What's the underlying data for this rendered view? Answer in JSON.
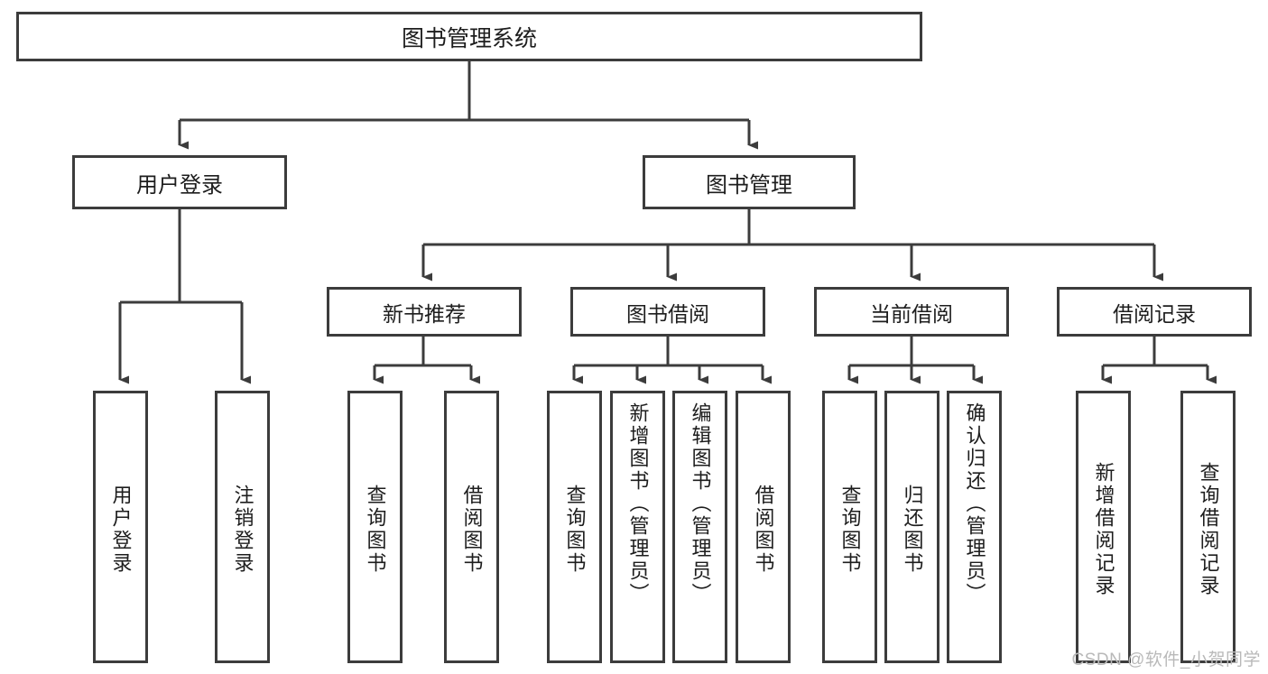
{
  "diagram": {
    "type": "tree",
    "title_box": "图书管理系统",
    "watermark": "CSDN @软件_小贺同学",
    "colors": {
      "line": "#3c3c3c",
      "box_border": "#3c3c3c",
      "box_fill": "#ffffff",
      "text": "#1d1d1d",
      "background": "#ffffff",
      "watermark": "#b9b9b9"
    },
    "root": {
      "label": "图书管理系统"
    },
    "level2": [
      {
        "label": "用户登录"
      },
      {
        "label": "图书管理"
      }
    ],
    "level3": [
      {
        "label": "新书推荐"
      },
      {
        "label": "图书借阅"
      },
      {
        "label": "当前借阅"
      },
      {
        "label": "借阅记录"
      }
    ],
    "leaves": {
      "user_login": [
        {
          "label": "用户登录"
        },
        {
          "label": "注销登录"
        }
      ],
      "new_book_recommend": [
        {
          "label": "查询图书"
        },
        {
          "label": "借阅图书"
        }
      ],
      "book_borrow": [
        {
          "label": "查询图书"
        },
        {
          "label": "新增图书（管理员）"
        },
        {
          "label": "编辑图书（管理员）"
        },
        {
          "label": "借阅图书"
        }
      ],
      "current_borrow": [
        {
          "label": "查询图书"
        },
        {
          "label": "归还图书"
        },
        {
          "label": "确认归还（管理员）"
        }
      ],
      "borrow_record": [
        {
          "label": "新增借阅记录"
        },
        {
          "label": "查询借阅记录"
        }
      ]
    }
  }
}
